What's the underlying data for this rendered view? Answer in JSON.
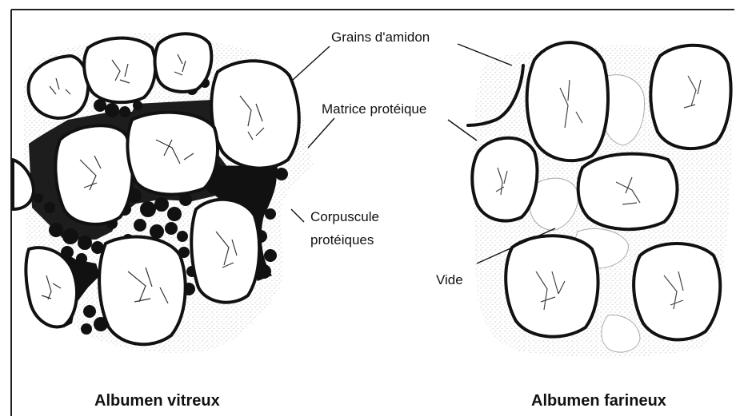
{
  "labels": {
    "grains_amidon": "Grains d'amidon",
    "matrice_proteique": "Matrice protéique",
    "corpuscule_line1": "Corpuscule",
    "corpuscule_line2": "protéiques",
    "vide": "Vide"
  },
  "captions": {
    "left": "Albumen vitreux",
    "right": "Albumen farineux"
  }
}
